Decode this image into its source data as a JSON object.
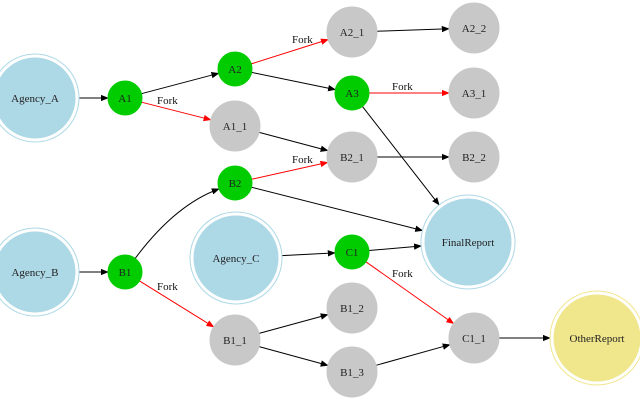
{
  "colors": {
    "agency": "#add8e6",
    "agency_ring": "#add8e6",
    "active": "#00cc00",
    "inactive": "#c8c8c8",
    "other_report": "#f0e68c",
    "edge_default": "#000000",
    "edge_fork": "#ff0000"
  },
  "nodes": {
    "agency_a": {
      "label": "Agency_A",
      "kind": "agency"
    },
    "agency_b": {
      "label": "Agency_B",
      "kind": "agency"
    },
    "agency_c": {
      "label": "Agency_C",
      "kind": "agency"
    },
    "a1": {
      "label": "A1",
      "kind": "active"
    },
    "a2": {
      "label": "A2",
      "kind": "active"
    },
    "a3": {
      "label": "A3",
      "kind": "active"
    },
    "a1_1": {
      "label": "A1_1",
      "kind": "inactive"
    },
    "a2_1": {
      "label": "A2_1",
      "kind": "inactive"
    },
    "a2_2": {
      "label": "A2_2",
      "kind": "inactive"
    },
    "a3_1": {
      "label": "A3_1",
      "kind": "inactive"
    },
    "b1": {
      "label": "B1",
      "kind": "active"
    },
    "b2": {
      "label": "B2",
      "kind": "active"
    },
    "b1_1": {
      "label": "B1_1",
      "kind": "inactive"
    },
    "b1_2": {
      "label": "B1_2",
      "kind": "inactive"
    },
    "b1_3": {
      "label": "B1_3",
      "kind": "inactive"
    },
    "b2_1": {
      "label": "B2_1",
      "kind": "inactive"
    },
    "b2_2": {
      "label": "B2_2",
      "kind": "inactive"
    },
    "c1": {
      "label": "C1",
      "kind": "active"
    },
    "c1_1": {
      "label": "C1_1",
      "kind": "inactive"
    },
    "final_report": {
      "label": "FinalReport",
      "kind": "agency"
    },
    "other_report": {
      "label": "OtherReport",
      "kind": "other_report"
    }
  },
  "edges": [
    {
      "from": "agency_a",
      "to": "a1",
      "type": "default"
    },
    {
      "from": "a1",
      "to": "a2",
      "type": "default"
    },
    {
      "from": "a1",
      "to": "a1_1",
      "type": "fork",
      "label": "Fork"
    },
    {
      "from": "a2",
      "to": "a2_1",
      "type": "fork",
      "label": "Fork"
    },
    {
      "from": "a2",
      "to": "a3",
      "type": "default"
    },
    {
      "from": "a2_1",
      "to": "a2_2",
      "type": "default"
    },
    {
      "from": "a3",
      "to": "a3_1",
      "type": "fork",
      "label": "Fork"
    },
    {
      "from": "a3",
      "to": "final_report",
      "type": "default"
    },
    {
      "from": "a1_1",
      "to": "b2_1",
      "type": "default"
    },
    {
      "from": "b2_1",
      "to": "b2_2",
      "type": "default"
    },
    {
      "from": "agency_b",
      "to": "b1",
      "type": "default"
    },
    {
      "from": "b1",
      "to": "b2",
      "type": "default"
    },
    {
      "from": "b1",
      "to": "b1_1",
      "type": "fork",
      "label": "Fork"
    },
    {
      "from": "b2",
      "to": "b2_1",
      "type": "fork",
      "label": "Fork"
    },
    {
      "from": "b2",
      "to": "final_report",
      "type": "default"
    },
    {
      "from": "agency_c",
      "to": "c1",
      "type": "default"
    },
    {
      "from": "c1",
      "to": "final_report",
      "type": "default"
    },
    {
      "from": "c1",
      "to": "c1_1",
      "type": "fork",
      "label": "Fork"
    },
    {
      "from": "b1_1",
      "to": "b1_2",
      "type": "default"
    },
    {
      "from": "b1_1",
      "to": "b1_3",
      "type": "default"
    },
    {
      "from": "b1_3",
      "to": "c1_1",
      "type": "default"
    },
    {
      "from": "c1_1",
      "to": "other_report",
      "type": "default"
    }
  ]
}
